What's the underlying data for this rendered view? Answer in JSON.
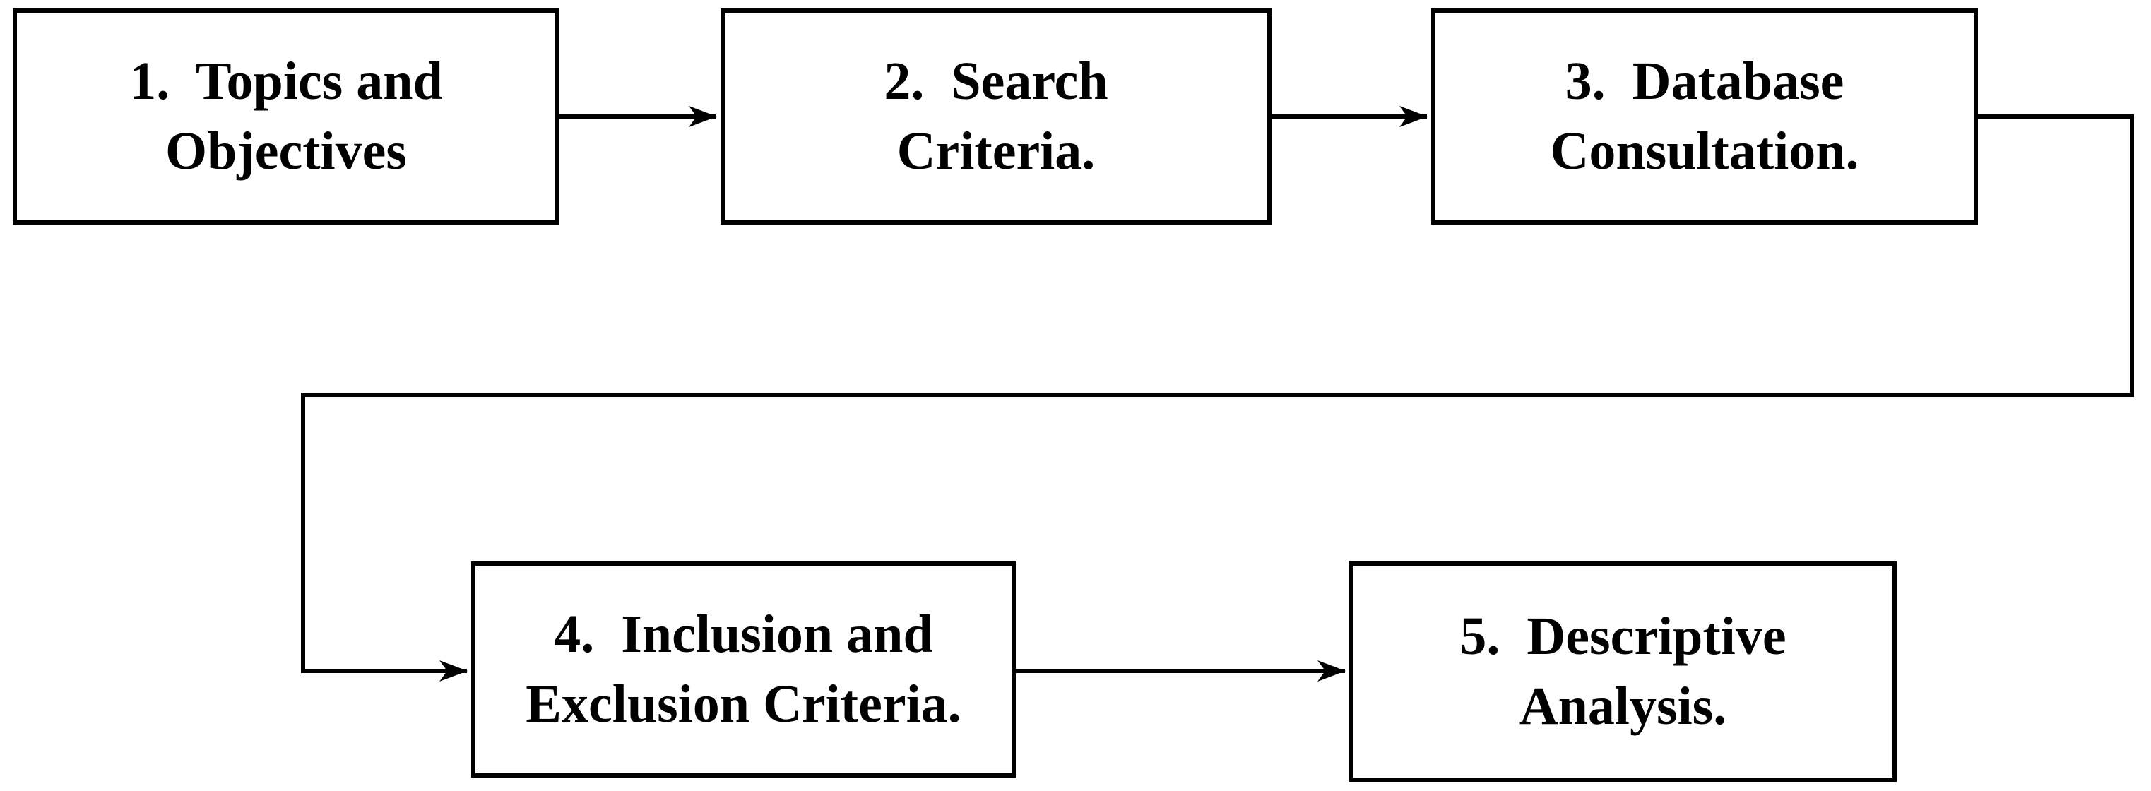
{
  "diagram": {
    "type": "flowchart",
    "background_color": "#ffffff",
    "line_color": "#000000",
    "text_color": "#000000",
    "nodes": [
      {
        "id": "topics-objectives",
        "label": "1.  Topics and\nObjectives"
      },
      {
        "id": "search-criteria",
        "label": "2.  Search\nCriteria."
      },
      {
        "id": "database-consultation",
        "label": "3.  Database\nConsultation."
      },
      {
        "id": "inclusion-exclusion",
        "label": "4.  Inclusion and\nExclusion Criteria."
      },
      {
        "id": "descriptive-analysis",
        "label": "5.  Descriptive\nAnalysis."
      }
    ],
    "edges": [
      {
        "from": "topics-objectives",
        "to": "search-criteria"
      },
      {
        "from": "search-criteria",
        "to": "database-consultation"
      },
      {
        "from": "database-consultation",
        "to": "inclusion-exclusion"
      },
      {
        "from": "inclusion-exclusion",
        "to": "descriptive-analysis"
      }
    ]
  }
}
